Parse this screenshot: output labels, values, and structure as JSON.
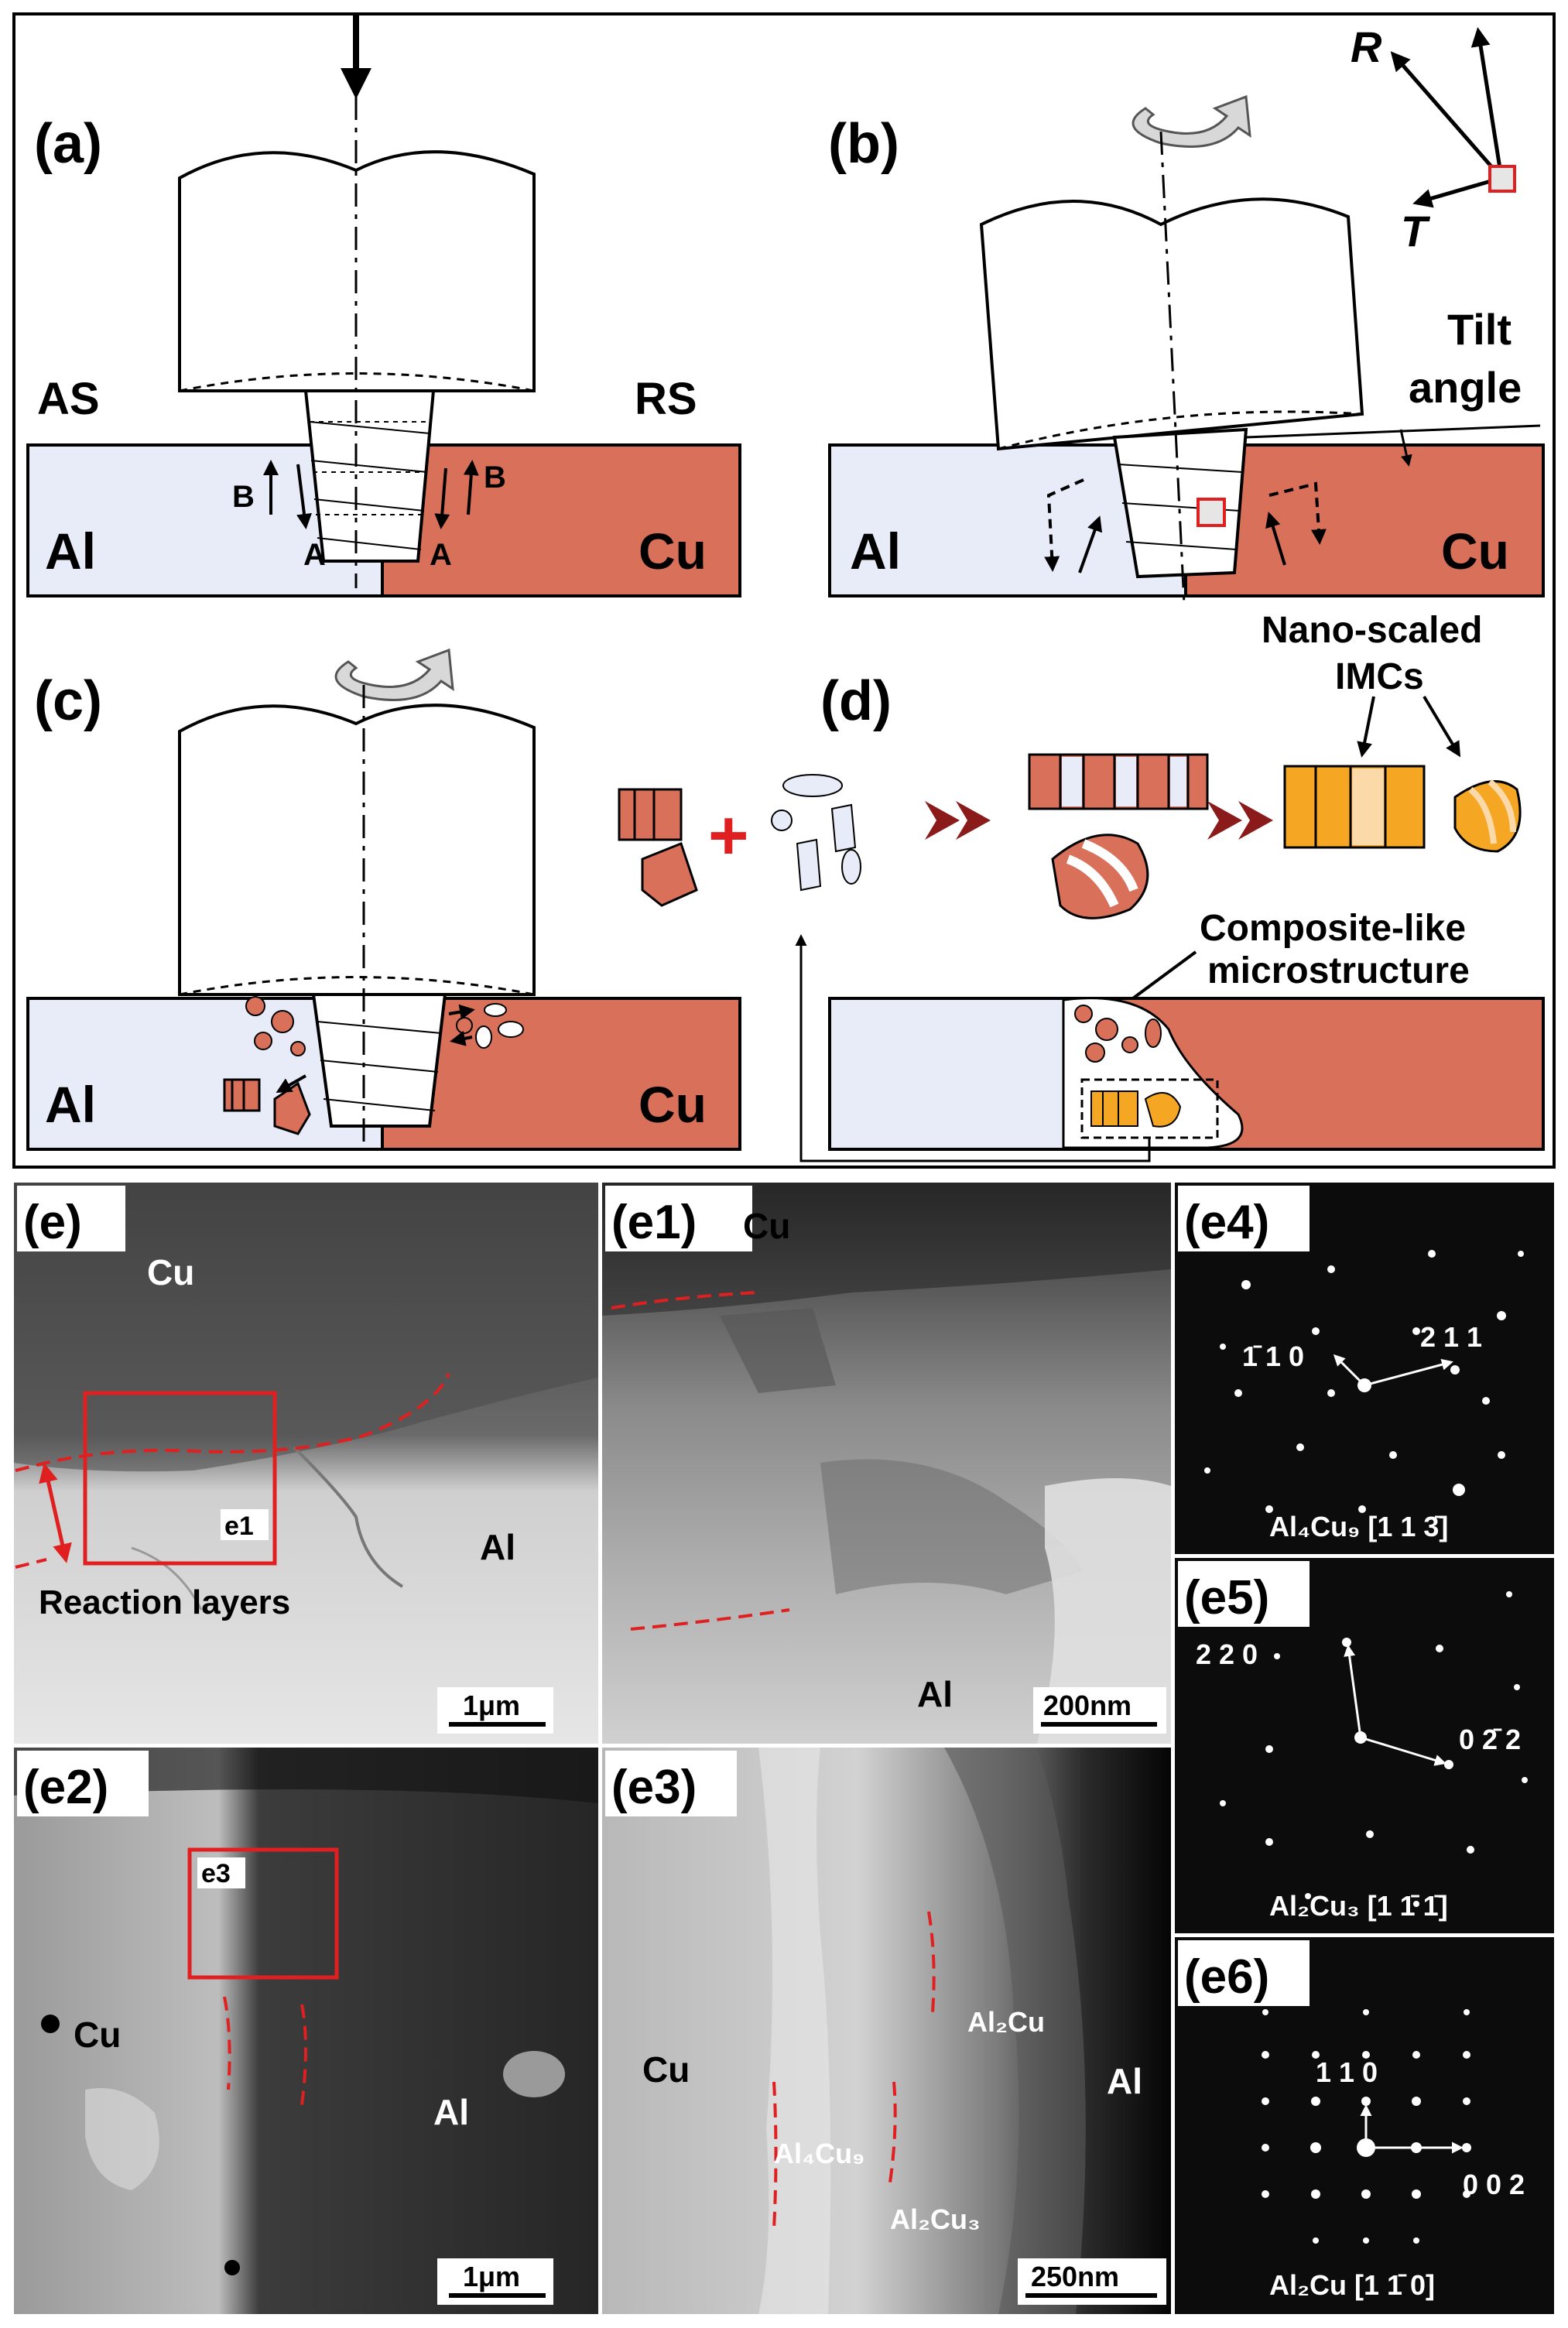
{
  "panels": {
    "a": {
      "label": "(a)",
      "as": "AS",
      "rs": "RS",
      "al": "Al",
      "cu": "Cu",
      "b1": "B",
      "a1": "A",
      "a2": "A",
      "b2": "B"
    },
    "b": {
      "label": "(b)",
      "r": "R",
      "t": "T",
      "tilt1": "Tilt",
      "tilt2": "angle",
      "al": "Al",
      "cu": "Cu"
    },
    "c": {
      "label": "(c)",
      "al": "Al",
      "cu": "Cu"
    },
    "d": {
      "label": "(d)",
      "nano1": "Nano-scaled",
      "nano2": "IMCs",
      "comp1": "Composite-like",
      "comp2": "microstructure"
    },
    "e": {
      "label": "(e)",
      "cu": "Cu",
      "al": "Al",
      "inset": "e1",
      "reaction": "Reaction layers",
      "scale": "1μm"
    },
    "e1": {
      "label": "(e1)",
      "cu": "Cu",
      "al": "Al",
      "scale": "200nm"
    },
    "e2": {
      "label": "(e2)",
      "inset": "e3",
      "cu": "Cu",
      "al": "Al",
      "scale": "1μm"
    },
    "e3": {
      "label": "(e3)",
      "cu": "Cu",
      "al": "Al",
      "al2cu": "Al₂Cu",
      "al4cu9": "Al₄Cu₉",
      "al2cu3": "Al₂Cu₃",
      "scale": "250nm"
    },
    "e4": {
      "label": "(e4)",
      "idx1": "1̄ 1 0",
      "idx2": "2 1 1",
      "phase": "Al₄Cu₉ [1 1 3̄]"
    },
    "e5": {
      "label": "(e5)",
      "idx1": "2 2 0",
      "idx2": "0 2̄ 2",
      "phase": "Al₂Cu₃ [1 1̄ 1̄]"
    },
    "e6": {
      "label": "(e6)",
      "idx1": "1 1 0",
      "idx2": "0 0 2",
      "phase": "Al₂Cu [1 1̄ 0]"
    }
  },
  "colors": {
    "al": "#e8ecf8",
    "cu": "#d9705a",
    "imc": "#f5a623",
    "dash": "#e02020"
  }
}
